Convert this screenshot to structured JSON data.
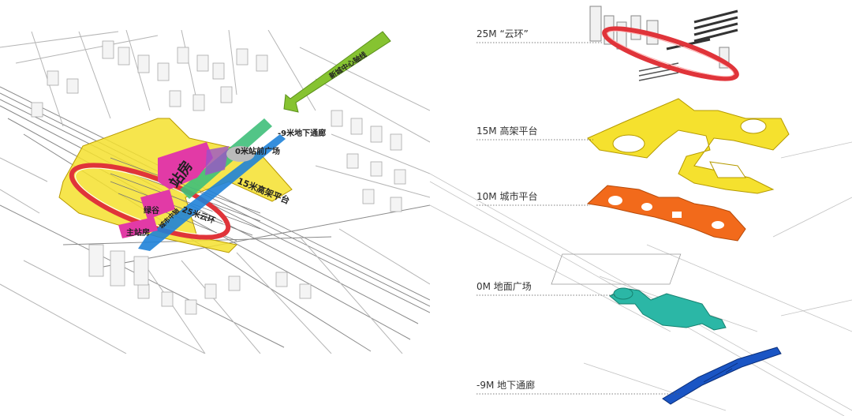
{
  "left_map": {
    "labels": {
      "station_hall": "站房",
      "metro_corridor": "-9米地下通廊",
      "plaza": "0米站前广场",
      "elevated_platform": "15米高架平台",
      "green_valley": "绿谷",
      "cloud_ring": "25米云环",
      "main_station": "主站房",
      "city_axis": "城市中轴",
      "arrow_text": "新城中心轴线"
    }
  },
  "levels": [
    {
      "label": "25M “云环”"
    },
    {
      "label": "15M 高架平台"
    },
    {
      "label": "10M 城市平台"
    },
    {
      "label": "0M 地面广场"
    },
    {
      "label": "-9M 地下通廊"
    }
  ],
  "colors": {
    "cloud_ring": "#e0343a",
    "elevated_platform": "#f5e12e",
    "city_platform": "#f26a1b",
    "ground_plaza": "#2bb7a6",
    "underground": "#1a55c4",
    "station_magenta": "#e23aa6",
    "axis_green": "#7fc22a",
    "street_lines": "#9a9a9a"
  }
}
